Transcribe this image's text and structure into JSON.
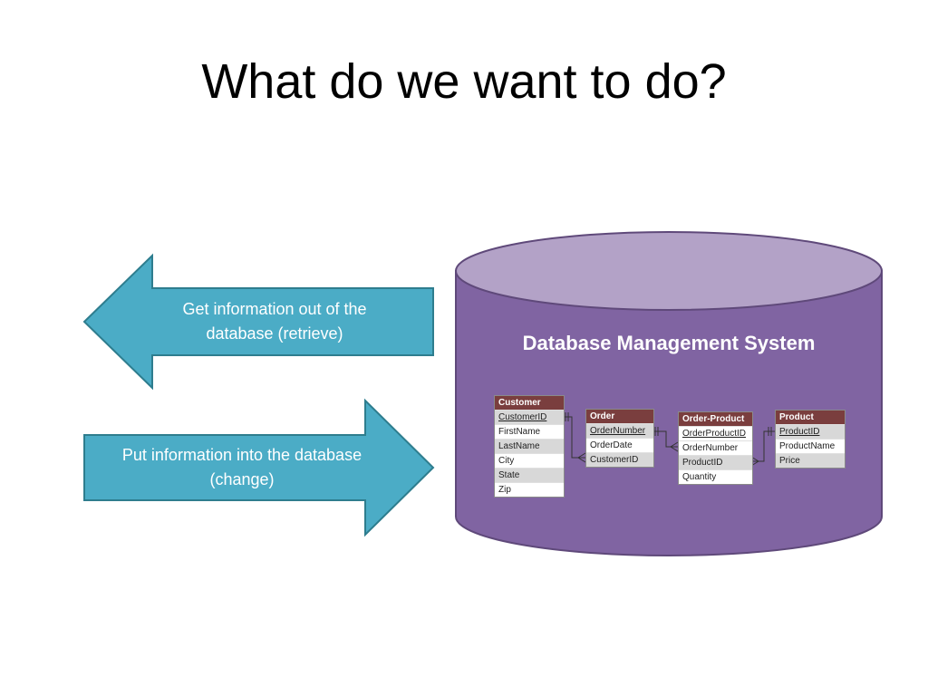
{
  "title": "What do we want to do?",
  "colors": {
    "arrow_fill": "#4bacc6",
    "arrow_stroke": "#2e7d8e",
    "cylinder_body": "#8064a2",
    "cylinder_top": "#b3a2c7",
    "cylinder_stroke": "#5f497a",
    "table_header": "#7a3e3e"
  },
  "arrows": {
    "retrieve": "Get information out of the database (retrieve)",
    "change": "Put information into the database (change)"
  },
  "database": {
    "label": "Database Management System",
    "tables": [
      {
        "name": "Customer",
        "fields": [
          "CustomerID",
          "FirstName",
          "LastName",
          "City",
          "State",
          "Zip"
        ],
        "keys": [
          "CustomerID"
        ]
      },
      {
        "name": "Order",
        "fields": [
          "OrderNumber",
          "OrderDate",
          "CustomerID"
        ],
        "keys": [
          "OrderNumber"
        ]
      },
      {
        "name": "Order-Product",
        "fields": [
          "OrderProductID",
          "OrderNumber",
          "ProductID",
          "Quantity"
        ],
        "keys": [
          "OrderProductID"
        ]
      },
      {
        "name": "Product",
        "fields": [
          "ProductID",
          "ProductName",
          "Price"
        ],
        "keys": [
          "ProductID"
        ]
      }
    ]
  }
}
